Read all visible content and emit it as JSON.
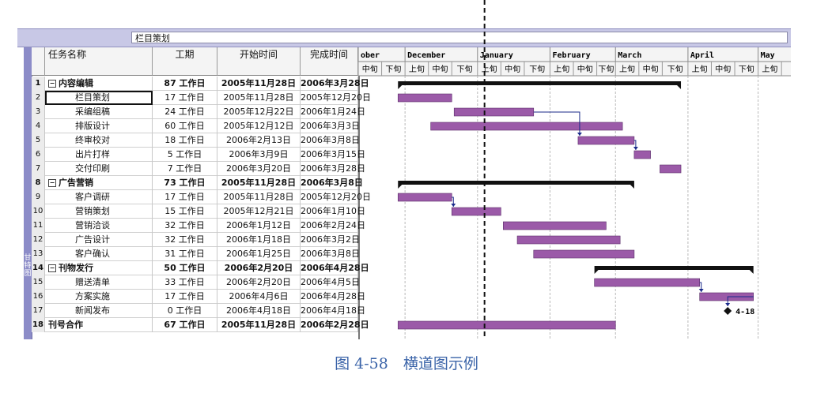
{
  "entry_bar": {
    "value": "栏目策划"
  },
  "view_label": "甘特图",
  "table": {
    "columns": [
      "任务名称",
      "工期",
      "开始时间",
      "完成时间"
    ],
    "rows": [
      {
        "id": "1",
        "name": "内容编辑",
        "duration": "87 工作日",
        "start": "2005年11月28日",
        "end": "2006年3月28日",
        "summary": true
      },
      {
        "id": "2",
        "name": "栏目策划",
        "duration": "17 工作日",
        "start": "2005年11月28日",
        "end": "2005年12月20日",
        "selected": true
      },
      {
        "id": "3",
        "name": "采编组稿",
        "duration": "24 工作日",
        "start": "2005年12月22日",
        "end": "2006年1月24日"
      },
      {
        "id": "4",
        "name": "排版设计",
        "duration": "60 工作日",
        "start": "2005年12月12日",
        "end": "2006年3月3日"
      },
      {
        "id": "5",
        "name": "终审校对",
        "duration": "18 工作日",
        "start": "2006年2月13日",
        "end": "2006年3月8日"
      },
      {
        "id": "6",
        "name": "出片打样",
        "duration": "5 工作日",
        "start": "2006年3月9日",
        "end": "2006年3月15日"
      },
      {
        "id": "7",
        "name": "交付印刷",
        "duration": "7 工作日",
        "start": "2006年3月20日",
        "end": "2006年3月28日"
      },
      {
        "id": "8",
        "name": "广告营销",
        "duration": "73 工作日",
        "start": "2005年11月28日",
        "end": "2006年3月8日",
        "summary": true
      },
      {
        "id": "9",
        "name": "客户调研",
        "duration": "17 工作日",
        "start": "2005年11月28日",
        "end": "2005年12月20日"
      },
      {
        "id": "10",
        "name": "营销策划",
        "duration": "15 工作日",
        "start": "2005年12月21日",
        "end": "2006年1月10日"
      },
      {
        "id": "11",
        "name": "营销洽谈",
        "duration": "32 工作日",
        "start": "2006年1月12日",
        "end": "2006年2月24日"
      },
      {
        "id": "12",
        "name": "广告设计",
        "duration": "32 工作日",
        "start": "2006年1月18日",
        "end": "2006年3月2日"
      },
      {
        "id": "13",
        "name": "客户确认",
        "duration": "31 工作日",
        "start": "2006年1月25日",
        "end": "2006年3月8日"
      },
      {
        "id": "14",
        "name": "刊物发行",
        "duration": "50 工作日",
        "start": "2006年2月20日",
        "end": "2006年4月28日",
        "summary": true
      },
      {
        "id": "15",
        "name": "赠送清单",
        "duration": "33 工作日",
        "start": "2006年2月20日",
        "end": "2006年4月5日"
      },
      {
        "id": "16",
        "name": "方案实施",
        "duration": "17 工作日",
        "start": "2006年4月6日",
        "end": "2006年4月28日"
      },
      {
        "id": "17",
        "name": "新闻发布",
        "duration": "0 工作日",
        "start": "2006年4月18日",
        "end": "2006年4月18日",
        "milestone": true,
        "milestone_label": "4-18"
      },
      {
        "id": "18",
        "name": "刊号合作",
        "duration": "67 工作日",
        "start": "2005年11月28日",
        "end": "2006年2月28日",
        "summary": true
      }
    ]
  },
  "chart_data": {
    "type": "gantt",
    "months": [
      "ober",
      "December",
      "January",
      "February",
      "March",
      "April",
      "May"
    ],
    "periods": [
      "上旬",
      "中旬",
      "下旬"
    ],
    "month_starts": [
      "2005-10-01",
      "2005-12-01",
      "2006-01-01",
      "2006-02-01",
      "2006-03-01",
      "2006-04-01",
      "2006-05-01"
    ],
    "visible_range": [
      "2005-11-11",
      "2006-05-15"
    ],
    "today_line": "2006-01-04",
    "tasks": [
      {
        "id": 1,
        "start": "2005-11-28",
        "end": "2006-03-28",
        "summary": true
      },
      {
        "id": 2,
        "start": "2005-11-28",
        "end": "2005-12-20"
      },
      {
        "id": 3,
        "start": "2005-12-22",
        "end": "2006-01-24"
      },
      {
        "id": 4,
        "start": "2005-12-12",
        "end": "2006-03-03"
      },
      {
        "id": 5,
        "start": "2006-02-13",
        "end": "2006-03-08"
      },
      {
        "id": 6,
        "start": "2006-03-09",
        "end": "2006-03-15"
      },
      {
        "id": 7,
        "start": "2006-03-20",
        "end": "2006-03-28"
      },
      {
        "id": 8,
        "start": "2005-11-28",
        "end": "2006-03-08",
        "summary": true
      },
      {
        "id": 9,
        "start": "2005-11-28",
        "end": "2005-12-20"
      },
      {
        "id": 10,
        "start": "2005-12-21",
        "end": "2006-01-10"
      },
      {
        "id": 11,
        "start": "2006-01-12",
        "end": "2006-02-24"
      },
      {
        "id": 12,
        "start": "2006-01-18",
        "end": "2006-03-02"
      },
      {
        "id": 13,
        "start": "2006-01-25",
        "end": "2006-03-08"
      },
      {
        "id": 14,
        "start": "2006-02-20",
        "end": "2006-04-28",
        "summary": true
      },
      {
        "id": 15,
        "start": "2006-02-20",
        "end": "2006-04-05"
      },
      {
        "id": 16,
        "start": "2006-04-06",
        "end": "2006-04-28"
      },
      {
        "id": 17,
        "start": "2006-04-18",
        "end": "2006-04-18",
        "milestone": true
      },
      {
        "id": 18,
        "start": "2005-11-28",
        "end": "2006-02-28"
      }
    ],
    "links": [
      [
        3,
        5
      ],
      [
        5,
        6
      ],
      [
        9,
        10
      ],
      [
        15,
        16
      ],
      [
        16,
        17
      ]
    ],
    "colors": {
      "bar": "#9b5aa8",
      "bar_border": "#5b2f6a",
      "summary": "#111111",
      "grid": "#b9b9b9",
      "header_bg": "#f4f4f4"
    }
  },
  "caption": "图 4-58　横道图示例"
}
